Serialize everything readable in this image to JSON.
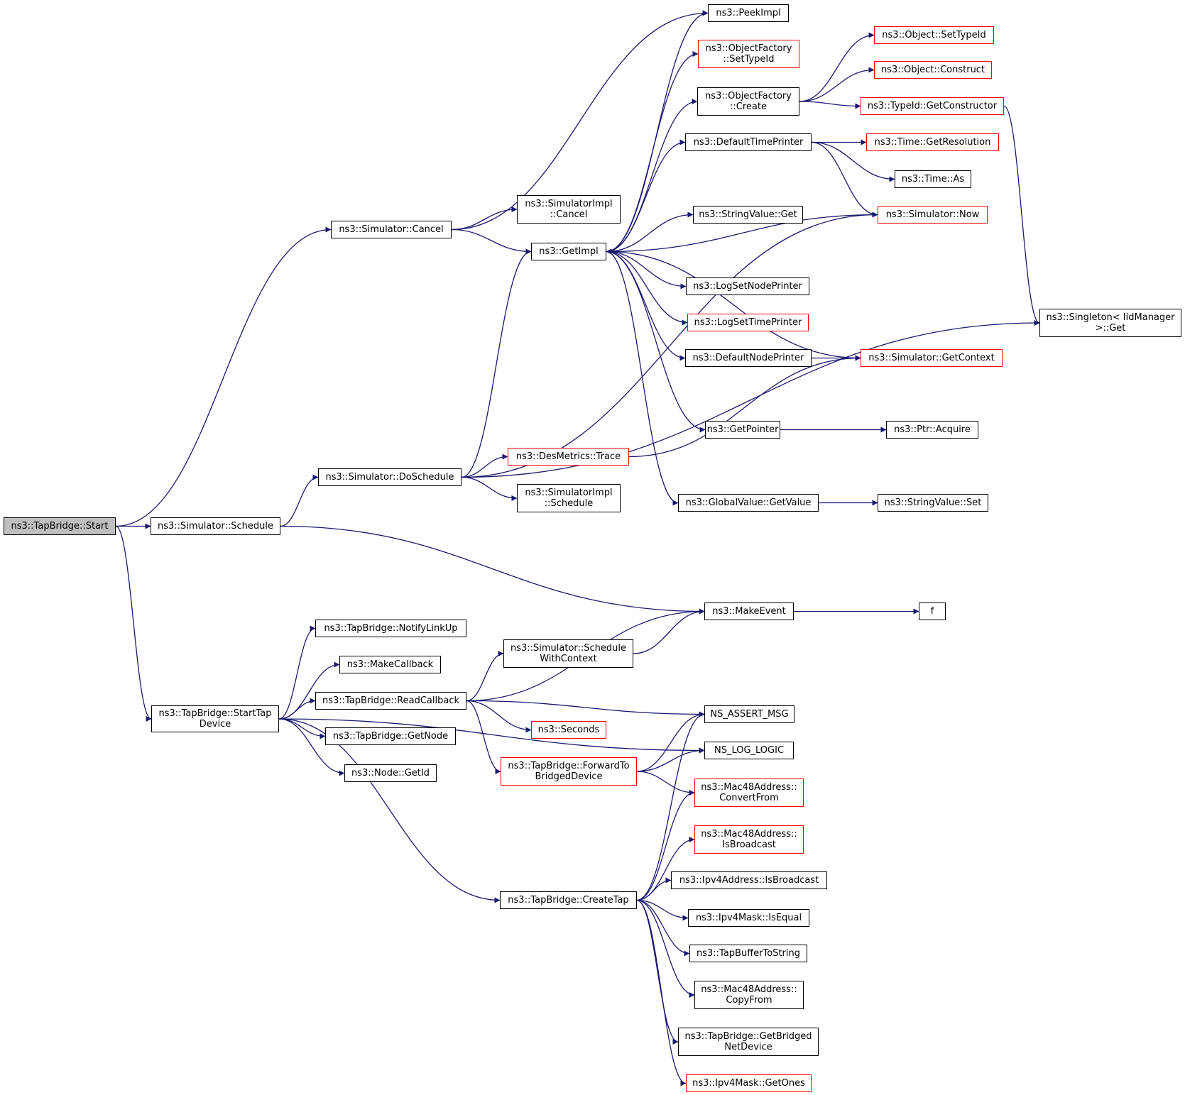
{
  "graph": {
    "colors": {
      "edge": "#191970",
      "normal_border": "#000000",
      "missing_border": "#ff0000",
      "root_fill": "#bfbfbf"
    },
    "nodes": [
      {
        "id": "start",
        "label": "ns3::TapBridge::Start",
        "style": "root"
      },
      {
        "id": "sim_cancel",
        "label": "ns3::Simulator::Cancel",
        "style": "normal"
      },
      {
        "id": "sim_schedule",
        "label": "ns3::Simulator::Schedule",
        "style": "normal"
      },
      {
        "id": "starttap",
        "label": "ns3::TapBridge::StartTap\nDevice",
        "style": "normal"
      },
      {
        "id": "peekimpl",
        "label": "ns3::PeekImpl",
        "style": "normal"
      },
      {
        "id": "of_settypeid",
        "label": "ns3::ObjectFactory\n::SetTypeId",
        "style": "missing"
      },
      {
        "id": "of_create",
        "label": "ns3::ObjectFactory\n::Create",
        "style": "normal"
      },
      {
        "id": "obj_settypeid",
        "label": "ns3::Object::SetTypeId",
        "style": "missing"
      },
      {
        "id": "obj_construct",
        "label": "ns3::Object::Construct",
        "style": "missing"
      },
      {
        "id": "typeid_getctor",
        "label": "ns3::TypeId::GetConstructor",
        "style": "missing"
      },
      {
        "id": "defaulttimeprinter",
        "label": "ns3::DefaultTimePrinter",
        "style": "normal"
      },
      {
        "id": "time_getres",
        "label": "ns3::Time::GetResolution",
        "style": "missing"
      },
      {
        "id": "time_as",
        "label": "ns3::Time::As",
        "style": "normal"
      },
      {
        "id": "sim_now",
        "label": "ns3::Simulator::Now",
        "style": "missing"
      },
      {
        "id": "simimpl_cancel",
        "label": "ns3::SimulatorImpl\n::Cancel",
        "style": "normal"
      },
      {
        "id": "stringvalue_get",
        "label": "ns3::StringValue::Get",
        "style": "normal"
      },
      {
        "id": "getimpl",
        "label": "ns3::GetImpl",
        "style": "normal"
      },
      {
        "id": "logsetnodeprinter",
        "label": "ns3::LogSetNodePrinter",
        "style": "normal"
      },
      {
        "id": "logsettimeprinter",
        "label": "ns3::LogSetTimePrinter",
        "style": "missing"
      },
      {
        "id": "defaultnodeprinter",
        "label": "ns3::DefaultNodePrinter",
        "style": "normal"
      },
      {
        "id": "sim_getcontext",
        "label": "ns3::Simulator::GetContext",
        "style": "missing"
      },
      {
        "id": "singleton_get",
        "label": "ns3::Singleton< IidManager\n>::Get",
        "style": "normal"
      },
      {
        "id": "getpointer",
        "label": "ns3::GetPointer",
        "style": "normal"
      },
      {
        "id": "ptr_acquire",
        "label": "ns3::Ptr::Acquire",
        "style": "normal"
      },
      {
        "id": "desmetrics_trace",
        "label": "ns3::DesMetrics::Trace",
        "style": "missing"
      },
      {
        "id": "sim_doschedule",
        "label": "ns3::Simulator::DoSchedule",
        "style": "normal"
      },
      {
        "id": "simimpl_schedule",
        "label": "ns3::SimulatorImpl\n::Schedule",
        "style": "normal"
      },
      {
        "id": "gv_getvalue",
        "label": "ns3::GlobalValue::GetValue",
        "style": "normal"
      },
      {
        "id": "stringvalue_set",
        "label": "ns3::StringValue::Set",
        "style": "normal"
      },
      {
        "id": "makeevent",
        "label": "ns3::MakeEvent",
        "style": "normal"
      },
      {
        "id": "f",
        "label": "f",
        "style": "normal"
      },
      {
        "id": "notifylinkup",
        "label": "ns3::TapBridge::NotifyLinkUp",
        "style": "normal"
      },
      {
        "id": "makecallback",
        "label": "ns3::MakeCallback",
        "style": "normal"
      },
      {
        "id": "sim_schedwithctx",
        "label": "ns3::Simulator::Schedule\nWithContext",
        "style": "normal"
      },
      {
        "id": "readcallback",
        "label": "ns3::TapBridge::ReadCallback",
        "style": "normal"
      },
      {
        "id": "ns_assert_msg",
        "label": "NS_ASSERT_MSG",
        "style": "normal"
      },
      {
        "id": "seconds",
        "label": "ns3::Seconds",
        "style": "missing"
      },
      {
        "id": "getnode",
        "label": "ns3::TapBridge::GetNode",
        "style": "normal"
      },
      {
        "id": "ns_log_logic",
        "label": "NS_LOG_LOGIC",
        "style": "normal"
      },
      {
        "id": "forwardto",
        "label": "ns3::TapBridge::ForwardTo\nBridgedDevice",
        "style": "missing"
      },
      {
        "id": "node_getid",
        "label": "ns3::Node::GetId",
        "style": "normal"
      },
      {
        "id": "mac_convertfrom",
        "label": "ns3::Mac48Address::\nConvertFrom",
        "style": "missing"
      },
      {
        "id": "mac_isbroadcast",
        "label": "ns3::Mac48Address::\nIsBroadcast",
        "style": "missing"
      },
      {
        "id": "ipv4_isbroadcast",
        "label": "ns3::Ipv4Address::IsBroadcast",
        "style": "normal"
      },
      {
        "id": "createtap",
        "label": "ns3::TapBridge::CreateTap",
        "style": "normal"
      },
      {
        "id": "ipv4mask_isequal",
        "label": "ns3::Ipv4Mask::IsEqual",
        "style": "normal"
      },
      {
        "id": "tapbuffertostring",
        "label": "ns3::TapBufferToString",
        "style": "normal"
      },
      {
        "id": "mac_copyfrom",
        "label": "ns3::Mac48Address::\nCopyFrom",
        "style": "normal"
      },
      {
        "id": "getbridgednetdevice",
        "label": "ns3::TapBridge::GetBridged\nNetDevice",
        "style": "normal"
      },
      {
        "id": "ipv4mask_getones",
        "label": "ns3::Ipv4Mask::GetOnes",
        "style": "missing"
      }
    ],
    "edges": [
      [
        "start",
        "sim_cancel"
      ],
      [
        "start",
        "sim_schedule"
      ],
      [
        "start",
        "starttap"
      ],
      [
        "sim_cancel",
        "peekimpl"
      ],
      [
        "sim_cancel",
        "simimpl_cancel"
      ],
      [
        "sim_cancel",
        "getimpl"
      ],
      [
        "getimpl",
        "peekimpl"
      ],
      [
        "getimpl",
        "of_settypeid"
      ],
      [
        "getimpl",
        "of_create"
      ],
      [
        "getimpl",
        "defaulttimeprinter"
      ],
      [
        "getimpl",
        "stringvalue_get"
      ],
      [
        "getimpl",
        "logsetnodeprinter"
      ],
      [
        "getimpl",
        "logsettimeprinter"
      ],
      [
        "getimpl",
        "defaultnodeprinter"
      ],
      [
        "getimpl",
        "getpointer"
      ],
      [
        "getimpl",
        "gv_getvalue"
      ],
      [
        "of_create",
        "obj_settypeid"
      ],
      [
        "of_create",
        "obj_construct"
      ],
      [
        "of_create",
        "typeid_getctor"
      ],
      [
        "typeid_getctor",
        "singleton_get"
      ],
      [
        "defaulttimeprinter",
        "time_getres"
      ],
      [
        "defaulttimeprinter",
        "time_as"
      ],
      [
        "defaulttimeprinter",
        "sim_now"
      ],
      [
        "sim_now",
        "getimpl"
      ],
      [
        "sim_getcontext",
        "getimpl"
      ],
      [
        "defaultnodeprinter",
        "sim_getcontext"
      ],
      [
        "getpointer",
        "ptr_acquire"
      ],
      [
        "gv_getvalue",
        "stringvalue_set"
      ],
      [
        "sim_schedule",
        "sim_doschedule"
      ],
      [
        "sim_schedule",
        "makeevent"
      ],
      [
        "sim_doschedule",
        "getimpl"
      ],
      [
        "sim_doschedule",
        "sim_now"
      ],
      [
        "sim_doschedule",
        "desmetrics_trace"
      ],
      [
        "sim_doschedule",
        "simimpl_schedule"
      ],
      [
        "sim_doschedule",
        "singleton_get"
      ],
      [
        "desmetrics_trace",
        "sim_getcontext"
      ],
      [
        "makeevent",
        "f"
      ],
      [
        "starttap",
        "notifylinkup"
      ],
      [
        "starttap",
        "makecallback"
      ],
      [
        "starttap",
        "readcallback"
      ],
      [
        "starttap",
        "getnode"
      ],
      [
        "starttap",
        "node_getid"
      ],
      [
        "starttap",
        "ns_log_logic"
      ],
      [
        "starttap",
        "createtap"
      ],
      [
        "readcallback",
        "makeevent"
      ],
      [
        "readcallback",
        "sim_schedwithctx"
      ],
      [
        "readcallback",
        "ns_assert_msg"
      ],
      [
        "readcallback",
        "seconds"
      ],
      [
        "readcallback",
        "forwardto"
      ],
      [
        "sim_schedwithctx",
        "makeevent"
      ],
      [
        "forwardto",
        "ns_assert_msg"
      ],
      [
        "forwardto",
        "ns_log_logic"
      ],
      [
        "forwardto",
        "mac_convertfrom"
      ],
      [
        "createtap",
        "ns_assert_msg"
      ],
      [
        "createtap",
        "mac_convertfrom"
      ],
      [
        "createtap",
        "mac_isbroadcast"
      ],
      [
        "createtap",
        "ipv4_isbroadcast"
      ],
      [
        "createtap",
        "ipv4mask_isequal"
      ],
      [
        "createtap",
        "tapbuffertostring"
      ],
      [
        "createtap",
        "mac_copyfrom"
      ],
      [
        "createtap",
        "getbridgednetdevice"
      ],
      [
        "createtap",
        "ipv4mask_getones"
      ]
    ]
  }
}
